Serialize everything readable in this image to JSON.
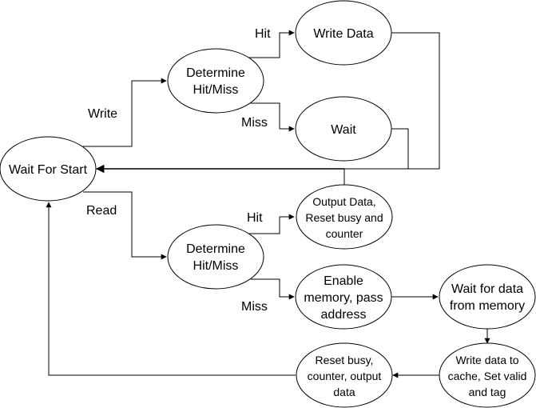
{
  "diagram": {
    "nodes": {
      "wait_start": "Wait For Start",
      "determine_write": [
        "Determine",
        "Hit/Miss"
      ],
      "write_data": "Write Data",
      "wait": "Wait",
      "output_data": [
        "Output Data,",
        "Reset busy and",
        "counter"
      ],
      "determine_read": [
        "Determine",
        "Hit/Miss"
      ],
      "enable_memory": [
        "Enable",
        "memory, pass",
        "address"
      ],
      "wait_memory": [
        "Wait for data",
        "from memory"
      ],
      "write_cache": [
        "Write data to",
        "cache, Set valid",
        "and tag"
      ],
      "reset_busy": [
        "Reset busy,",
        "counter, output",
        "data"
      ]
    },
    "edge_labels": {
      "write": "Write",
      "read": "Read",
      "hit_write": "Hit",
      "miss_write": "Miss",
      "hit_read": "Hit",
      "miss_read": "Miss"
    },
    "colors": {
      "stroke": "#000000",
      "fill": "#ffffff",
      "text": "#000000"
    }
  }
}
